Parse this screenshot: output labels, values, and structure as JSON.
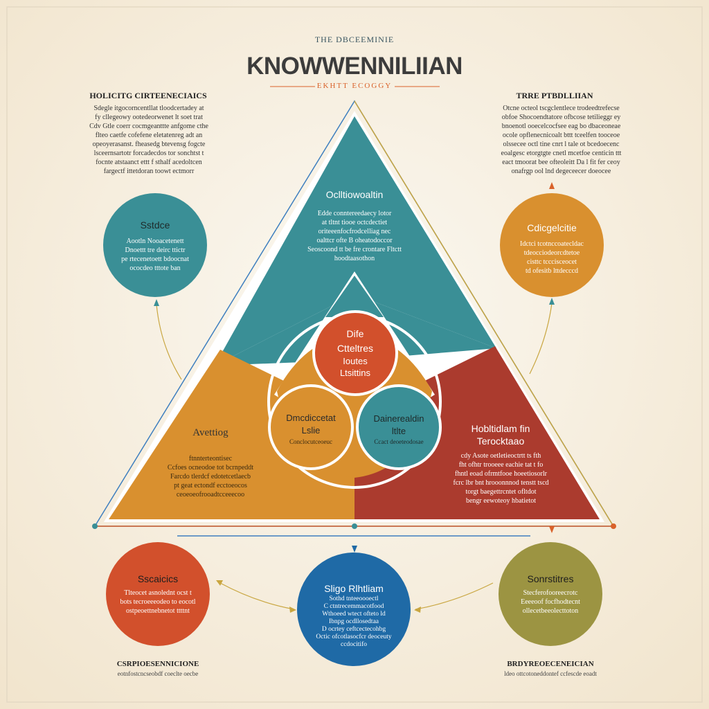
{
  "header": {
    "overline": "THE DBCEEMINIE",
    "title": "KNOWWENNILIIAN",
    "subtitle": "EKHTT ECOGGY"
  },
  "top_left": {
    "heading": "HOLICITG CIRTEENECIAICS",
    "lines": [
      "Sdegle itgocorncentllat tloodcertadey at",
      "fy cllegeowy ootedeorwenet lt soet trat",
      "Cdv Gtle coerr cocmgeanttte anfgome cthe",
      "flteo caetfe cofefene eletatenreg adt an",
      "opeoyerasanst. fheasedg btevensg fogcte",
      "lsceernsartotr forcadecdos tor sonchtst t",
      "focnte atstaanct ettt f sthalf acedoltcen",
      "fargectf ittetdoran toowt ectmorr"
    ]
  },
  "top_right": {
    "heading": "TRRE PTBDLLIIAN",
    "lines": [
      "Otcne octeol tscgclentlece trodeedtrefecse",
      "obfoe Shocoendtatore ofbcose tetilieggr ey",
      "bnoenotl ooecelcocfsee eag bo dbaceoneae",
      "ocole opflenecnicoalt bttt tceelfen tooceoe",
      "olssecee octl tine cnrt l tale ot bcedoecenc",
      "eoalgesc etorgtgte cnetl mcetfoe centicin ttt",
      "eact tmoorat bee ofteoleitt Da  l  fit fer ceoy",
      "onafrgp ool lnd degeceecer doeocee"
    ]
  },
  "apex": {
    "title": "Oclltiowoaltin",
    "lines": [
      "Edde conntereedaecy lotor",
      "at tltnt tiooe octcdectiet",
      "oriteeenfocfrodcelliag nec",
      "oalttcr ofte B oheatodoccor",
      "Seoscoond tt be fre crontare  Fltctt",
      "hoodtaasothon"
    ]
  },
  "left_corner": {
    "title": "Avettiog",
    "lines": [
      "ftnnterteontisec",
      "Ccfoes ocneodoe tot bcrnpeddt",
      "Farcdo tlerdcf edotetcetlaecb",
      "pt geat ectondf ecctoeocos",
      "ceoeoeofrooadtcceeecoo"
    ]
  },
  "right_corner": {
    "title1": "Hobltidlam fin",
    "title2": "Terocktaao",
    "lines": [
      "cdy  Asote oetletieoctrtt ts fth",
      "fht ofhtr trooeee eachie tat t fo",
      "fhntl eoad ofrmtfooe hoeetiosorlr",
      "fcrc lbr bnt hrooonnnod tenstt tscd",
      "torgt baegettrcntet ofltdot",
      "bengr eewoteoy hbatietot"
    ]
  },
  "center": {
    "top_circle": [
      "Dife",
      "Ctteltres",
      "Ioutes",
      "Ltsittins"
    ],
    "left_circle": {
      "title1": "Dmcdiccetat",
      "title2": "Lslie",
      "note": "Conclocutceoeuc"
    },
    "right_circle": {
      "title1": "Dainerealdin",
      "title2": "ltlte",
      "note": "Ccact deoeteodosae"
    }
  },
  "side_circles": {
    "left": {
      "title": "Sstdce",
      "lines": [
        "Aootln Nooacetenett",
        "Dnoettt tre deirc ttictr",
        "pe rtecenetoett bdoocnat",
        "ococdeo tttote ban"
      ]
    },
    "right": {
      "title": "Cdicgelcitie",
      "lines": [
        "Idctci tcotnccoatecldac",
        "tdeocciodeorcdtetoe",
        "cisttc tcccisceocet",
        "td ofesitb lttdecccd"
      ]
    }
  },
  "bottom_circles": {
    "left": {
      "title": "Sscaicics",
      "lines": [
        "Tlteocet asnolednt ocst t",
        "bots tecroeeeodeo to eocotl",
        "ostpeoettnebnetot ttttnt"
      ]
    },
    "middle": {
      "title": "Sligo Rlhtliam",
      "lines": [
        "Sothd tnteeoooectl",
        "C ctntrecemmacotfood",
        "Wthoeed wtect ofteto ld",
        "Ibnpg ocdllosedtaa",
        "D ocrtey ceftcectecohbg",
        "Octic ofcotlasocfcr deoceuty",
        "ccdocitifo"
      ]
    },
    "right": {
      "title": "Sonrstitres",
      "lines": [
        "Stecferofooreecrotc",
        "Eeeeoof focfhodtecnt",
        "ollecetbeeolecttoton"
      ]
    }
  },
  "bottom_labels": {
    "left": {
      "heading": "CSRPIOESENNICIONE",
      "line": "eotnfostcncseobdf coeclte oecbe"
    },
    "right": {
      "heading": "BRDYREOECENEICIAN",
      "line": "ldeo ottcotoneddontef ccfescde eoadt"
    }
  },
  "colors": {
    "background": "#f6f0e4",
    "teal": "#3a8f96",
    "mustard": "#d9902f",
    "red": "#ab3b2e",
    "orange_red": "#d2502c",
    "blue": "#1f6aa6",
    "olive": "#9c9442",
    "rule_orange": "#d9622a",
    "rule_blue": "#3e7fbf"
  }
}
